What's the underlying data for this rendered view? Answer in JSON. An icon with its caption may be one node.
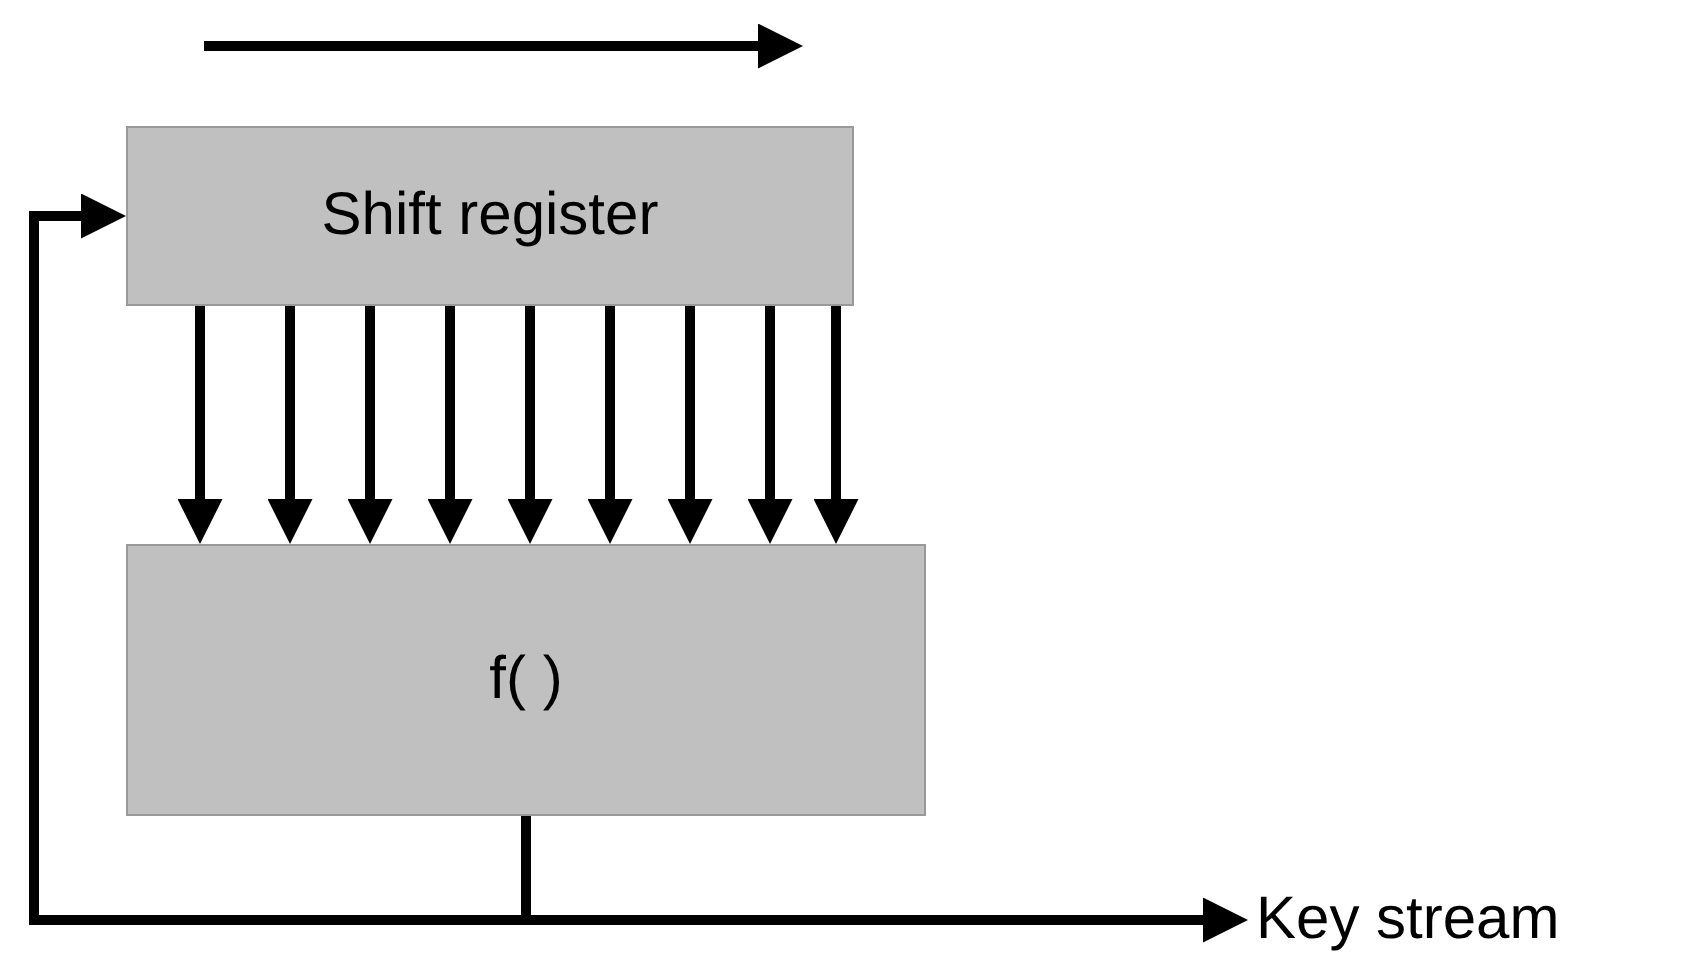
{
  "diagram": {
    "nodes": [
      {
        "text": [
          "Shift register"
        ]
      },
      {
        "text": [
          "f( )"
        ]
      },
      {
        "text": [
          "Key stream"
        ]
      }
    ],
    "edges": [
      {
        "from": 0,
        "to": 1,
        "arrow": "to"
      },
      {
        "from": 0,
        "to": 1,
        "arrow": "to"
      },
      {
        "from": 0,
        "to": 1,
        "arrow": "to"
      },
      {
        "from": 0,
        "to": 1,
        "arrow": "to"
      },
      {
        "from": 0,
        "to": 1,
        "arrow": "to"
      },
      {
        "from": 0,
        "to": 1,
        "arrow": "to"
      },
      {
        "from": 0,
        "to": 1,
        "arrow": "to"
      },
      {
        "from": 0,
        "to": 1,
        "arrow": "to"
      },
      {
        "from": 0,
        "to": 1,
        "arrow": "to"
      },
      {
        "from": 1,
        "to": 2,
        "arrow": "to"
      },
      {
        "from": 1,
        "to": 0,
        "arrow": "to"
      }
    ]
  }
}
